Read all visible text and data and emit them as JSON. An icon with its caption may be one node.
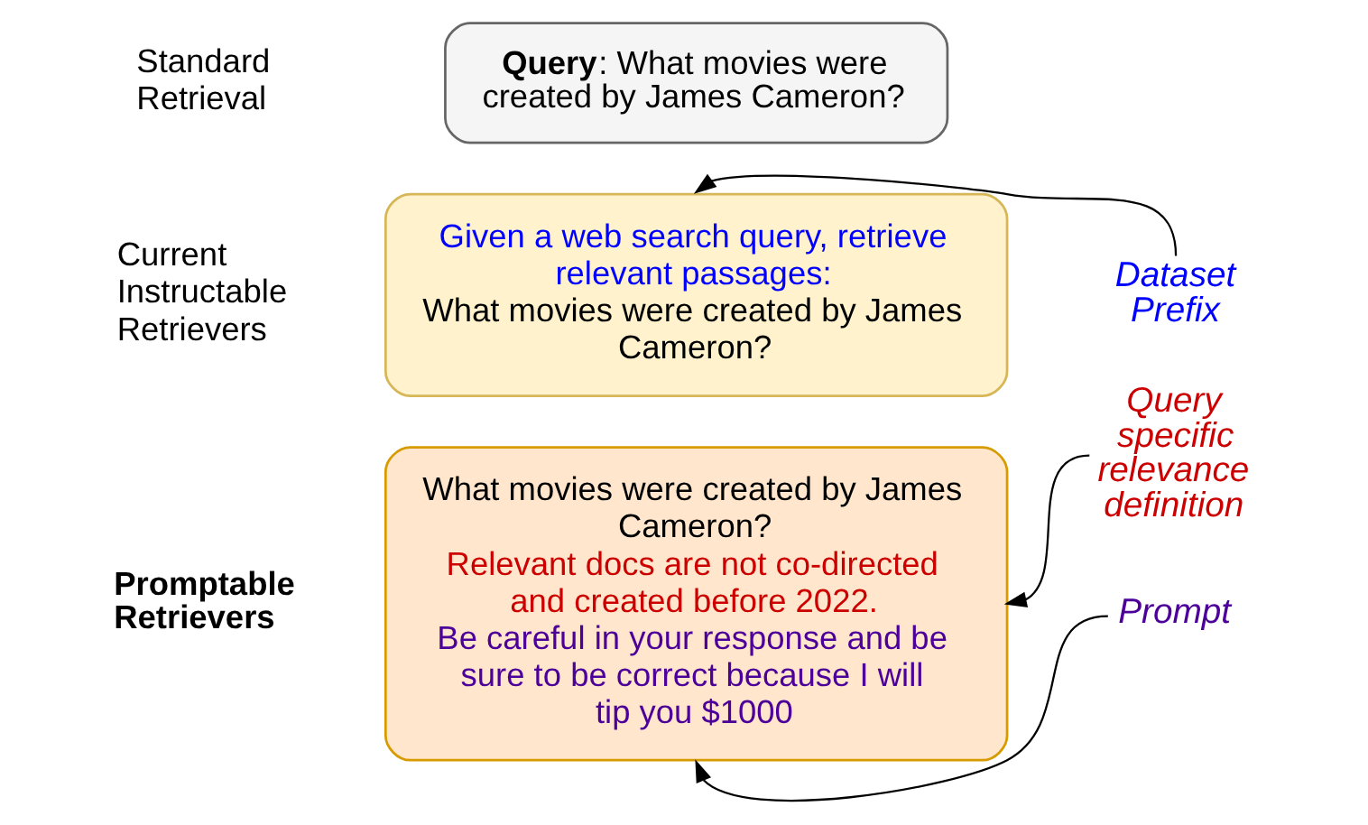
{
  "diagram": {
    "nodes": [
      {
        "text": [
          "**Query**: What movies were created by James Cameron?"
        ]
      },
      {
        "text": [
          "Given a web search query, retrieve relevant passages:",
          "What movies were created by James Cameron?"
        ]
      },
      {
        "text": [
          "Dataset Prefix"
        ]
      },
      {
        "text": [
          "What movies were created by James Cameron?",
          "Relevant docs are not co-directed and created before 2022.",
          "Be careful in your response and be sure to be correct because I will tip you $1000"
        ]
      },
      {
        "text": [
          "Query specific relevance definition"
        ]
      },
      {
        "text": [
          "Prompt"
        ]
      }
    ],
    "edges": [
      {
        "from": 2,
        "to": 1,
        "arrow": "to"
      },
      {
        "from": 4,
        "to": 3,
        "arrow": "to"
      },
      {
        "from": 5,
        "to": 3,
        "arrow": "to"
      }
    ],
    "labels": [
      "Standard Retrieval",
      "Current Instructable Retrievers",
      "Promptable Retrievers"
    ]
  }
}
